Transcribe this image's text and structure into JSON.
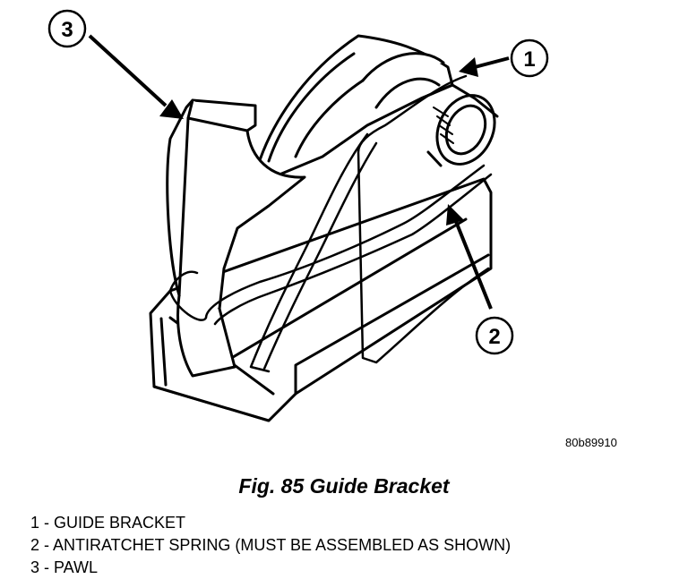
{
  "callouts": [
    {
      "number": "1"
    },
    {
      "number": "2"
    },
    {
      "number": "3"
    }
  ],
  "figure_code": "80b89910",
  "caption": "Fig. 85 Guide Bracket",
  "legend": [
    "1 - GUIDE BRACKET",
    "2 - ANTIRATCHET SPRING (MUST BE ASSEMBLED AS SHOWN)",
    "3 - PAWL"
  ]
}
